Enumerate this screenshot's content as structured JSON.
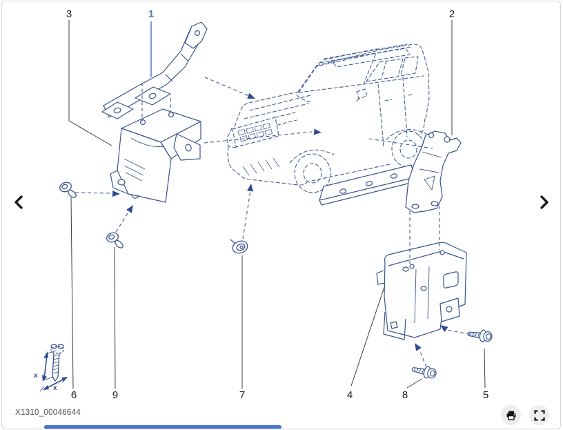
{
  "viewer": {
    "figure_code": "X1310_00046644",
    "callouts": [
      {
        "label": "3",
        "highlighted": false
      },
      {
        "label": "1",
        "highlighted": true
      },
      {
        "label": "2",
        "highlighted": false
      },
      {
        "label": "6",
        "highlighted": false
      },
      {
        "label": "9",
        "highlighted": false
      },
      {
        "label": "7",
        "highlighted": false
      },
      {
        "label": "4",
        "highlighted": false
      },
      {
        "label": "8",
        "highlighted": false
      },
      {
        "label": "5",
        "highlighted": false
      }
    ],
    "size_detail": {
      "x_height": "x",
      "x_width": "x"
    },
    "nav": {
      "prev": "chevron-left-icon",
      "next": "chevron-right-icon"
    },
    "toolbar": {
      "print": "printer-icon",
      "fullscreen": "fullscreen-icon"
    },
    "colors": {
      "diagram_line": "#3b5aa8",
      "highlight": "#4a79cf",
      "callout_text": "#1a1a1a",
      "leader_line": "#3c3c3c",
      "figure_code_text": "#4d4d4d",
      "scrollbar_thumb": "#4273d9"
    }
  }
}
